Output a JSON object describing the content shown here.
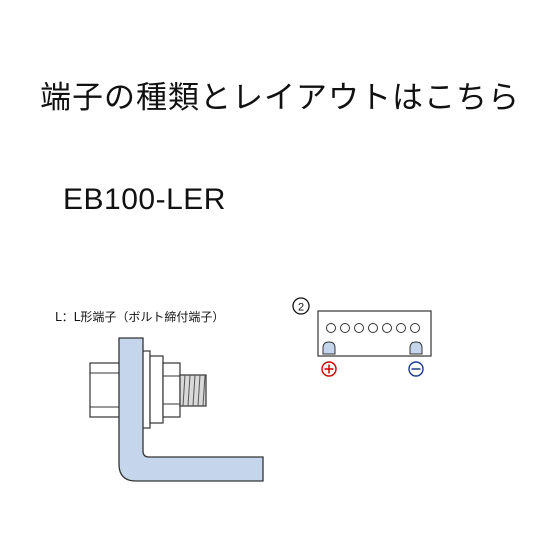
{
  "headline": "端子の種類とレイアウトはこちら",
  "model": "EB100-LER",
  "terminal_caption": "L：L形端子（ボルト締付端子）",
  "layout_badge": "②",
  "polarity": {
    "positive": "+",
    "negative": "−"
  },
  "colors": {
    "terminal_fill": "#c5d6ec",
    "terminal_stroke": "#333333",
    "positive": "#cc0000",
    "negative": "#1a3a8c",
    "bolt_gray": "#d9d9d9"
  }
}
